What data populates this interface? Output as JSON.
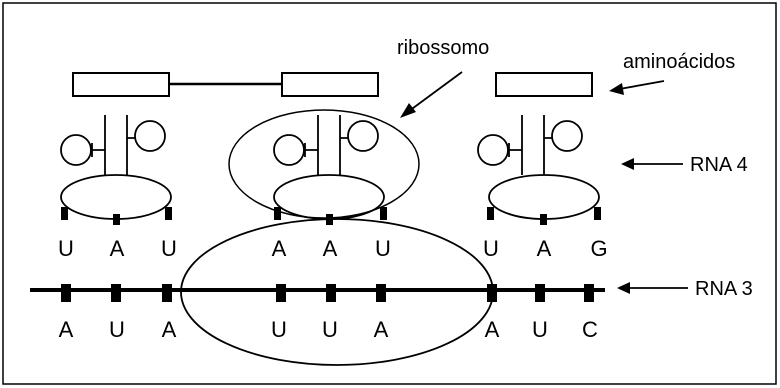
{
  "labels": {
    "ribosome": "ribossomo",
    "amino_acids": "aminoácidos",
    "rna4": "RNA 4",
    "rna3": "RNA 3"
  },
  "anticodons": [
    [
      "U",
      "A",
      "U"
    ],
    [
      "A",
      "A",
      "U"
    ],
    [
      "U",
      "A",
      "G"
    ]
  ],
  "codons": [
    [
      "A",
      "U",
      "A"
    ],
    [
      "U",
      "U",
      "A"
    ],
    [
      "A",
      "U",
      "C"
    ]
  ]
}
